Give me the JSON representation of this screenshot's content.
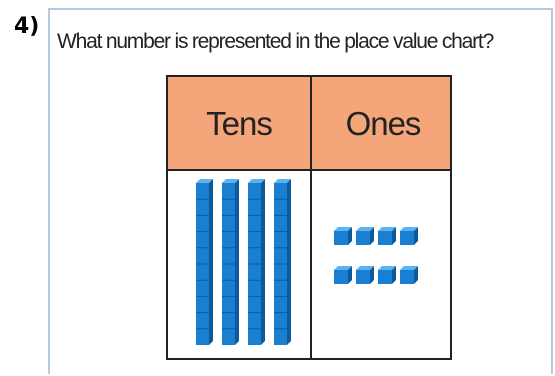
{
  "question_number": "4)",
  "question_text": "What number is represented in the place value chart?",
  "place_value_chart": {
    "columns": [
      "Tens",
      "Ones"
    ],
    "tens_rods": 4,
    "ones_cubes": 8,
    "block_color": "#1a7fd0",
    "header_color": "#f4a57a"
  }
}
